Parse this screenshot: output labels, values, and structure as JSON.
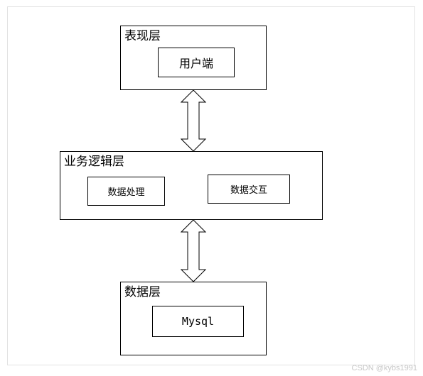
{
  "diagram": {
    "presentation_layer": {
      "title": "表现层",
      "client_box": "用户端"
    },
    "business_layer": {
      "title": "业务逻辑层",
      "processing_box": "数据处理",
      "interaction_box": "数据交互"
    },
    "data_layer": {
      "title": "数据层",
      "db_box": "Mysql"
    }
  },
  "watermark": "CSDN @kybs1991",
  "colors": {
    "stroke": "#000000",
    "arrow_fill": "#ffffff",
    "watermark": "#c7c7c7"
  }
}
